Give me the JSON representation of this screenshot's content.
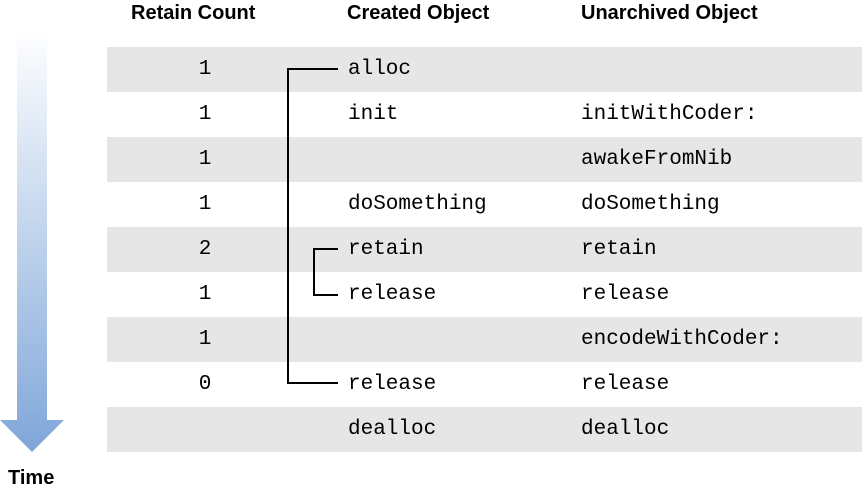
{
  "headers": {
    "retain_count": "Retain Count",
    "created_object": "Created Object",
    "unarchived_object": "Unarchived Object"
  },
  "time_label": "Time",
  "rows": [
    {
      "count": "1",
      "created": "alloc",
      "unarchived": "",
      "shaded": true
    },
    {
      "count": "1",
      "created": "init",
      "unarchived": "initWithCoder:",
      "shaded": false
    },
    {
      "count": "1",
      "created": "",
      "unarchived": "awakeFromNib",
      "shaded": true
    },
    {
      "count": "1",
      "created": "doSomething",
      "unarchived": "doSomething",
      "shaded": false
    },
    {
      "count": "2",
      "created": "retain",
      "unarchived": "retain",
      "shaded": true
    },
    {
      "count": "1",
      "created": "release",
      "unarchived": "release",
      "shaded": false
    },
    {
      "count": "1",
      "created": "",
      "unarchived": "encodeWithCoder:",
      "shaded": true
    },
    {
      "count": "0",
      "created": "release",
      "unarchived": "release",
      "shaded": false
    },
    {
      "count": "",
      "created": "dealloc",
      "unarchived": "dealloc",
      "shaded": true
    }
  ],
  "colors": {
    "row_shade": "#e6e6e6",
    "arrow_top": "#ffffff",
    "arrow_bottom": "#7fa6d9",
    "bracket": "#000000"
  },
  "icons": {
    "time_arrow": "down-arrow-gradient"
  }
}
